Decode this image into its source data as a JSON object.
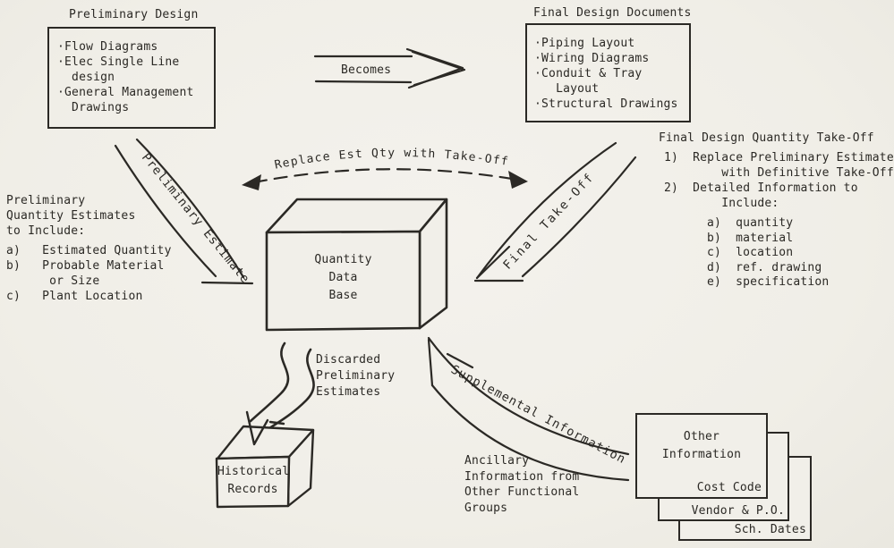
{
  "colors": {
    "paper": "#f1efe9",
    "ink": "#2b2925"
  },
  "boxes": {
    "preliminary_design": {
      "title": "Preliminary Design",
      "items": "·Flow Diagrams\n·Elec Single Line\n  design\n·General Management\n  Drawings"
    },
    "final_design": {
      "title": "Final Design Documents",
      "items": "·Piping Layout\n·Wiring Diagrams\n·Conduit & Tray\n   Layout\n·Structural Drawings"
    }
  },
  "arrows": {
    "becomes": "Becomes",
    "replace": "Replace Est Qty with Take-Off",
    "preliminary_estimate": "Preliminary Estimate",
    "final_takeoff": "Final Take-Off",
    "supplemental": "Supplemental Information"
  },
  "center_box": {
    "label": "Quantity\nData\nBase"
  },
  "left_note": {
    "intro": "Preliminary\nQuantity Estimates\nto Include:",
    "list": "a)   Estimated Quantity\nb)   Probable Material\n      or Size\nc)   Plant Location"
  },
  "right_note": {
    "title": "Final Design Quantity Take-Off",
    "numbered": "1)  Replace Preliminary Estimate\n        with Definitive Take-Off\n2)  Detailed Information to\n        Include:",
    "lettered": "a)  quantity\nb)  material\nc)  location\nd)  ref. drawing\ne)  specification"
  },
  "discard": {
    "label": "Discarded\nPreliminary\nEstimates",
    "bin_label": "Historical\nRecords"
  },
  "ancillary": {
    "label": "Ancillary\nInformation from\nOther Functional\nGroups"
  },
  "stack": {
    "front": {
      "title": "Other\nInformation",
      "tag": "Cost Code"
    },
    "middle": {
      "tag": "Vendor & P.O."
    },
    "back": {
      "tag": "Sch. Dates"
    }
  }
}
